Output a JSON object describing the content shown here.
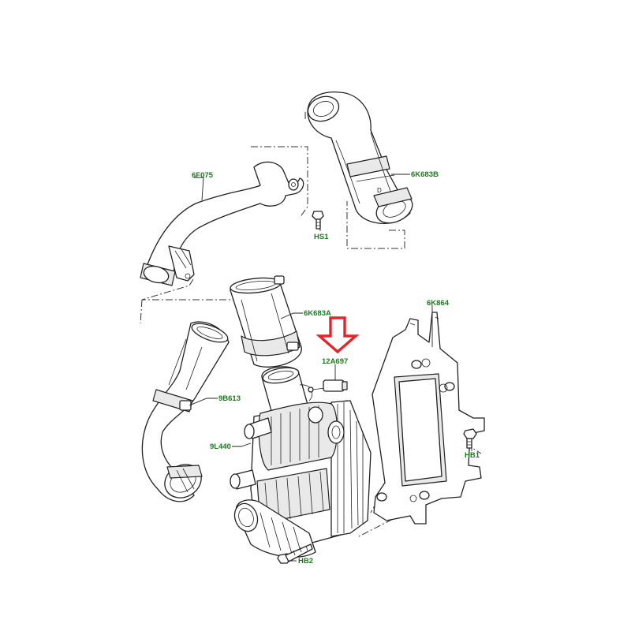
{
  "labels": {
    "p6F075": "6F075",
    "p6K683B": "6K683B",
    "pHS1": "HS1",
    "p6K683A": "6K683A",
    "p6K864": "6K864",
    "p12A697": "12A697",
    "p9B613": "9B613",
    "p9L440": "9L440",
    "pHB1": "HB1",
    "pHB2": "HB2"
  },
  "colors": {
    "label": "#1c7a1c",
    "highlight_arrow": "#e0262b",
    "line": "#222222"
  },
  "highlighted_part": "12A697"
}
